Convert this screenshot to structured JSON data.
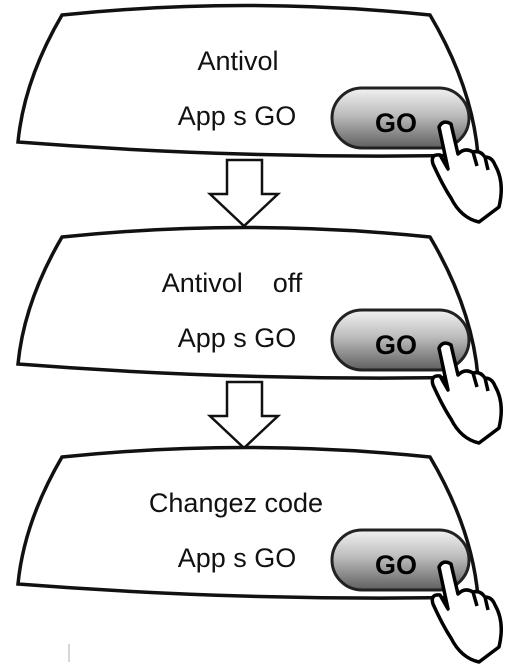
{
  "colors": {
    "outline": "#111111",
    "background": "#ffffff",
    "button_fill_light": "#f2f2f2",
    "button_fill_dark": "#5f5f5f",
    "button_text": "#000000"
  },
  "icons": {
    "pointer": "pointing-hand-icon",
    "flow_arrow": "down-arrow-icon"
  },
  "screens": [
    {
      "line1": "Antivol",
      "line2": "App s GO",
      "button": "GO"
    },
    {
      "line1": "Antivol    off",
      "line2": "App s GO",
      "button": "GO"
    },
    {
      "line1": "Changez code",
      "line2": "App s GO",
      "button": "GO"
    }
  ]
}
